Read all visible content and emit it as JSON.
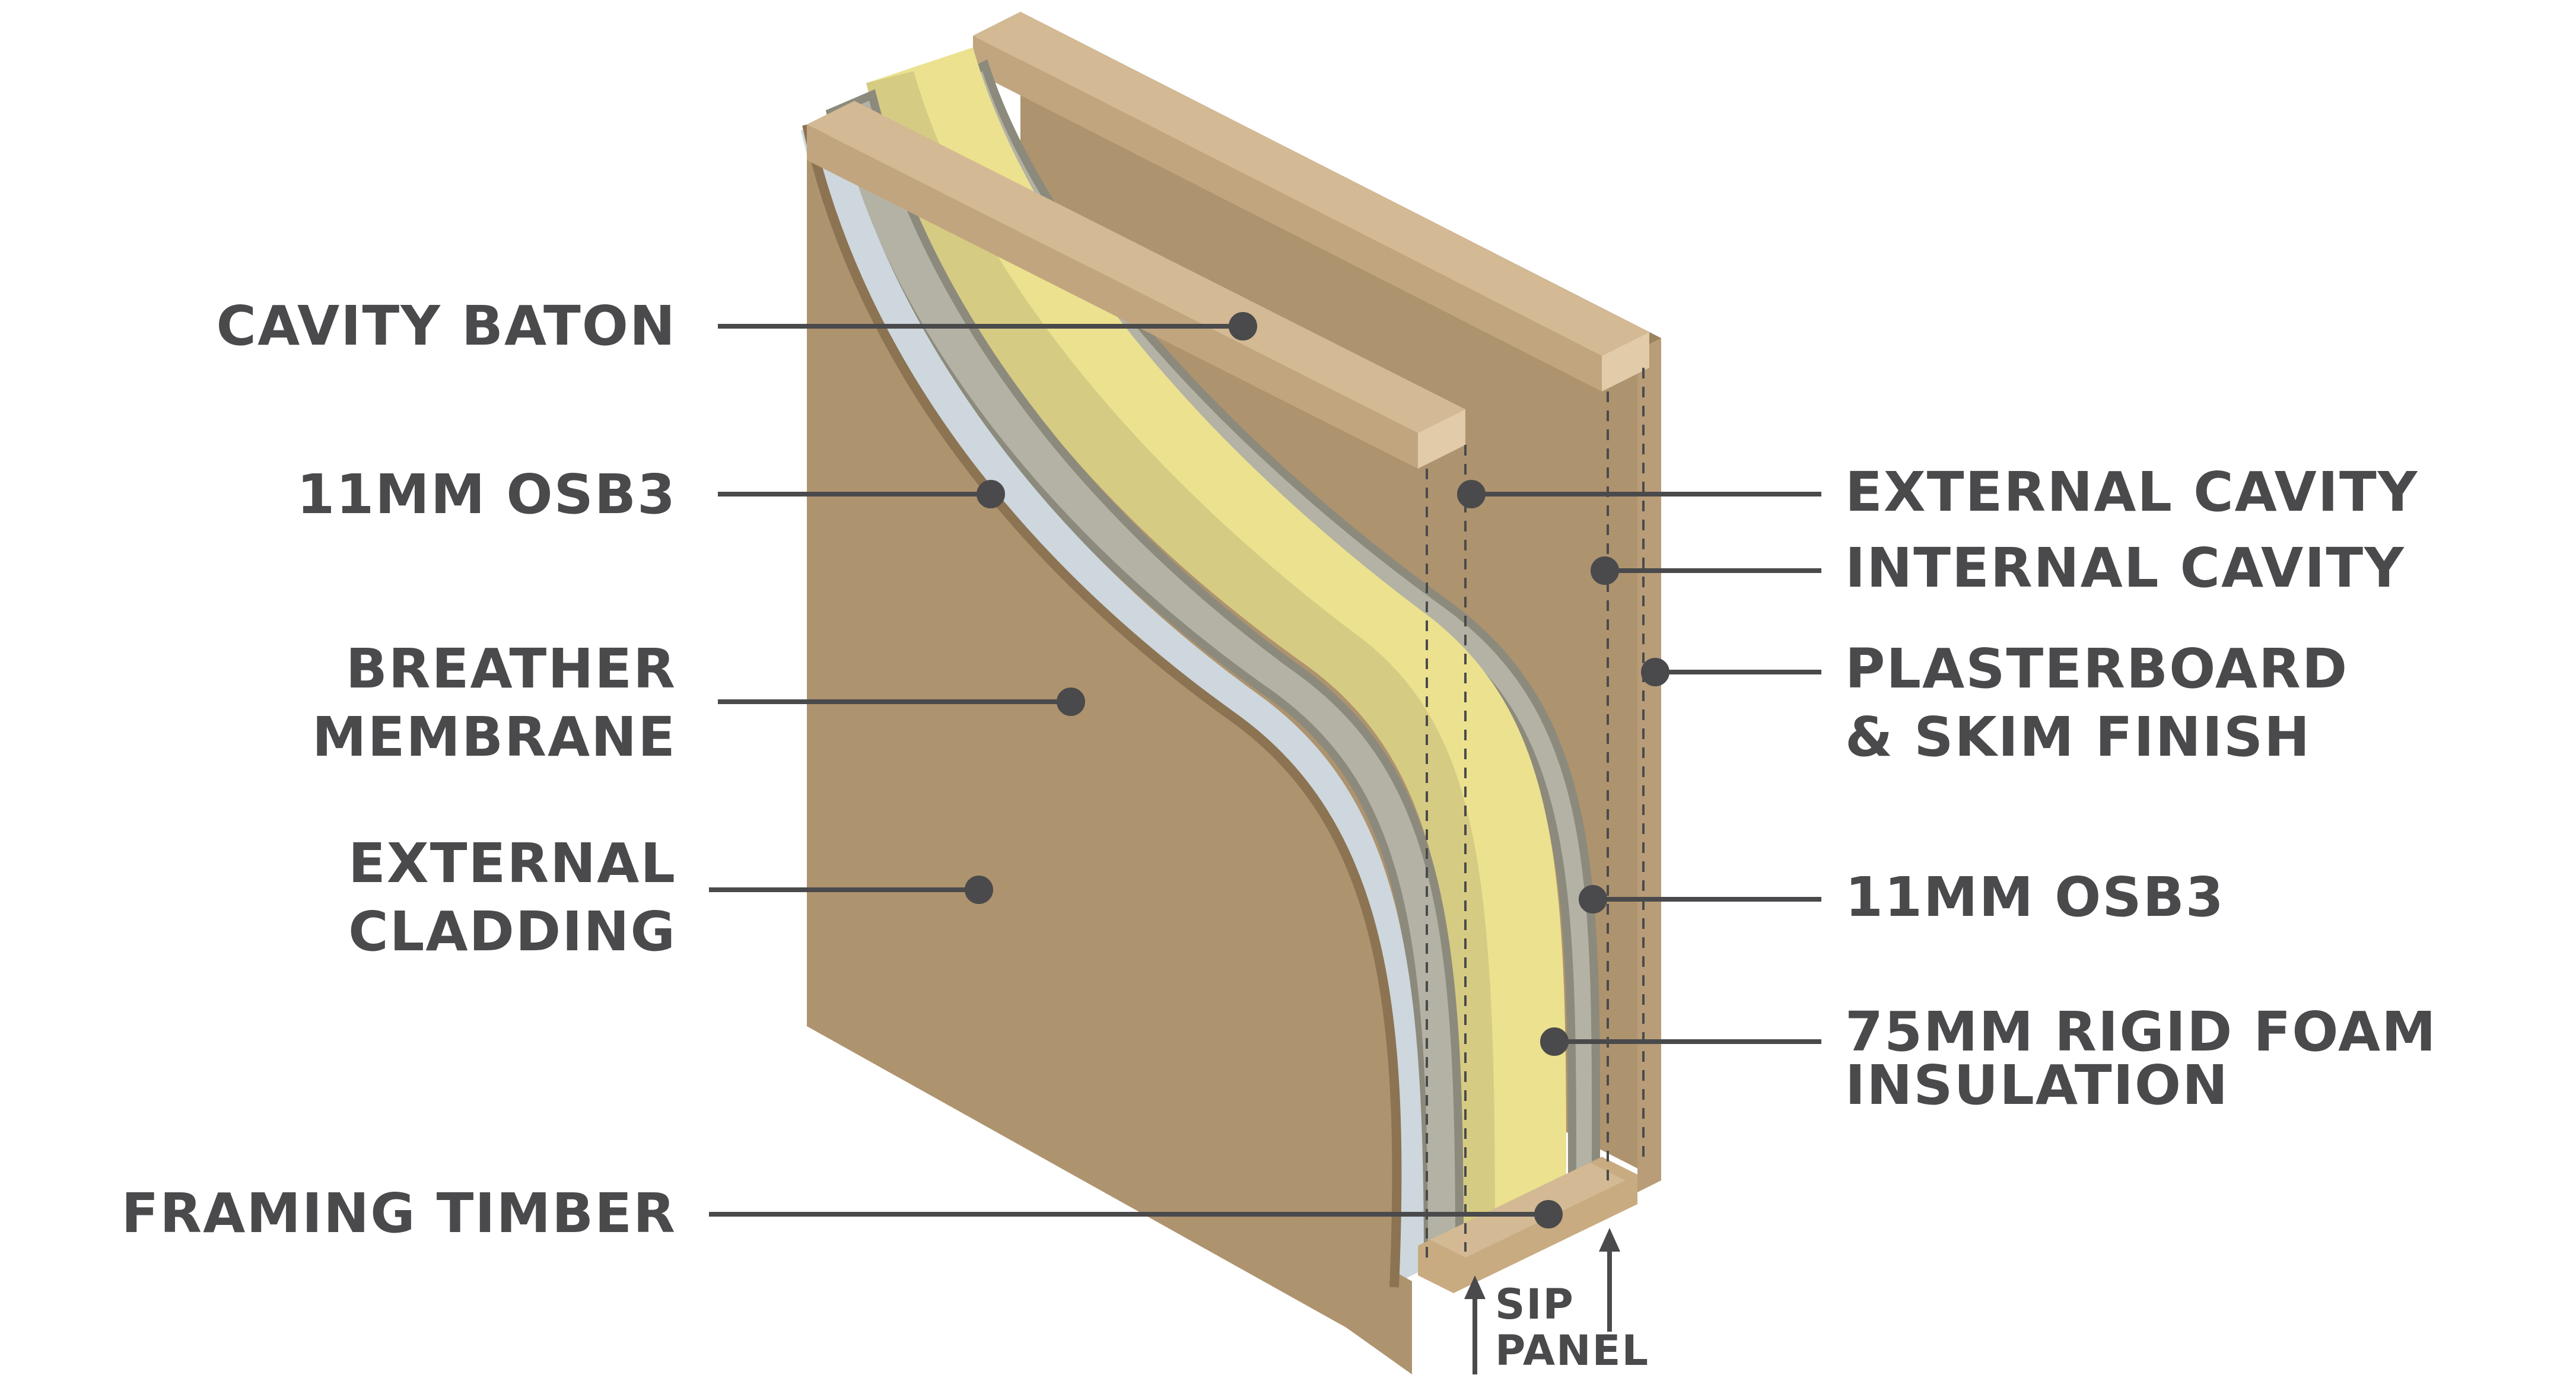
{
  "labels": {
    "cavity_baton": "CAVITY BATON",
    "osb3_outer": "11MM OSB3",
    "breather_membrane": [
      "BREATHER",
      "MEMBRANE"
    ],
    "external_cladding": [
      "EXTERNAL",
      "CLADDING"
    ],
    "framing_timber": "FRAMING TIMBER",
    "external_cavity": "EXTERNAL CAVITY",
    "internal_cavity": "INTERNAL CAVITY",
    "plasterboard": [
      "PLASTERBOARD",
      "& SKIM FINISH"
    ],
    "osb3_inner": "11MM OSB3",
    "rigid_foam": [
      "75MM RIGID FOAM",
      "INSULATION"
    ],
    "sip_panel": [
      "SIP",
      "PANEL"
    ]
  },
  "colors": {
    "cladding": "#ae936f",
    "cladding_edge": "#8c7352",
    "membrane": "#cdd7dd",
    "osb": "#b3b2a4",
    "osb_edge": "#8c8a7c",
    "foam": "#ece18f",
    "foam_shade": "#d6cb83",
    "timber": "#d3b994",
    "timber_dark": "#c1a57f",
    "text": "#4a4a4c"
  }
}
